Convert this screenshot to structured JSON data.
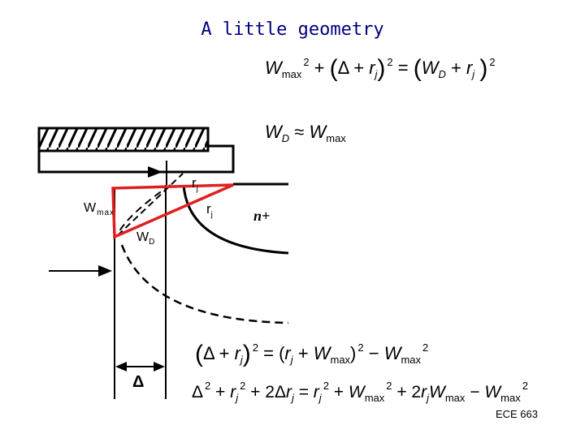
{
  "slide": {
    "title": "A little geometry",
    "footer": "ECE 663"
  },
  "diagram": {
    "labels": {
      "w_max": "W",
      "w_max_sub": "max",
      "r_j_top": "r",
      "r_j_top_sub": "j",
      "r_j_right": "r",
      "r_j_right_sub": "j",
      "w_d": "W",
      "w_d_sub": "D",
      "n_plus": "n+",
      "delta": "Δ"
    }
  },
  "colors": {
    "triangle": "#e02020",
    "title": "#000080"
  }
}
